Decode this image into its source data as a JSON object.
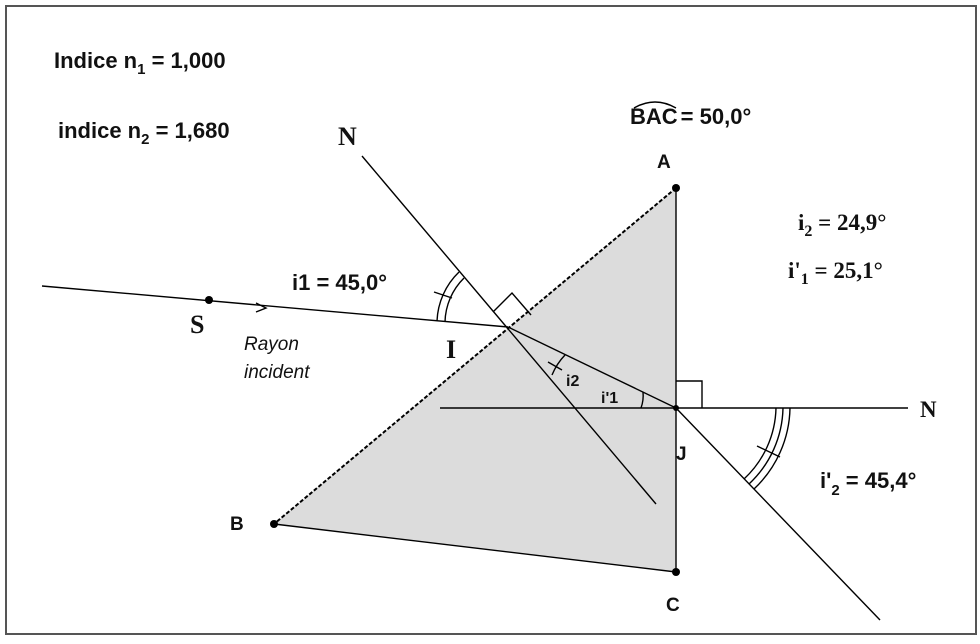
{
  "labels": {
    "index_n1": {
      "prefix": "Indice n",
      "sub": "1",
      "value": " = 1,000"
    },
    "index_n2": {
      "prefix": "indice n",
      "sub": "2",
      "value": " = 1,680"
    },
    "angle_bac": {
      "name": "BAC",
      "value": "= 50,0°"
    },
    "i2_value": {
      "prefix": "i",
      "sub": "2",
      "value": " = 24,9°"
    },
    "i1p_value": {
      "prefix": "i'",
      "sub": "1",
      "value": " = 25,1°"
    },
    "i1_value": "i1 = 45,0°",
    "i2p_value": {
      "prefix": "i'",
      "sub": "2",
      "value": " = 45,4°"
    },
    "incident_ray": [
      "Rayon",
      "incident"
    ],
    "angle_i2": "i2",
    "angle_i1p": "i'1"
  },
  "points": {
    "A": "A",
    "B": "B",
    "C": "C",
    "I": "I",
    "J": "J",
    "S": "S",
    "N_top": "N",
    "N_right": "N"
  },
  "colors": {
    "prism_fill": "#dcdcdc",
    "ink": "#000000",
    "border": "#555555"
  }
}
